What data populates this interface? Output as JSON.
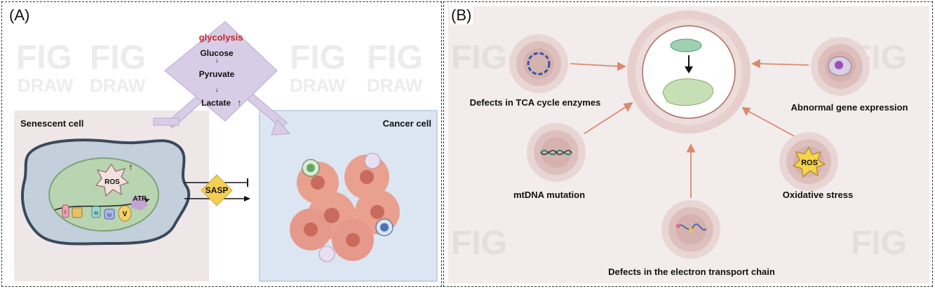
{
  "panel_a": {
    "label": "(A)",
    "glycolysis": {
      "title": "glycolysis",
      "steps": [
        "Glucose",
        "Pyruvate",
        "Lactate"
      ]
    },
    "senescent_cell": "Senescent cell",
    "cancer_cell": "Cancer cell",
    "sasp": "SASP",
    "ros": "ROS",
    "atp": "ATP",
    "complexes": [
      "I",
      "III",
      "IV",
      "V"
    ],
    "watermark": [
      "FIG",
      "DRAW"
    ]
  },
  "panel_b": {
    "label": "(B)",
    "causes": [
      "Defects in TCA cycle enzymes",
      "mtDNA mutation",
      "Defects in the electron transport chain",
      "Oxidative stress",
      "Abnormal gene expression"
    ],
    "ros": "ROS"
  },
  "colors": {
    "glycolysis_title": "#c0262d",
    "diamond_fill": "#d8cde6",
    "senescent_bg": "#efe6e7",
    "cancer_bg": "#dbe6f2",
    "mito_fill": "#b9d4b1",
    "sasp_fill": "#f4cf54",
    "cell_pink": "#e9a08e",
    "arrow_orange": "#d98a6e",
    "circle_center": "#e2c8c6"
  }
}
